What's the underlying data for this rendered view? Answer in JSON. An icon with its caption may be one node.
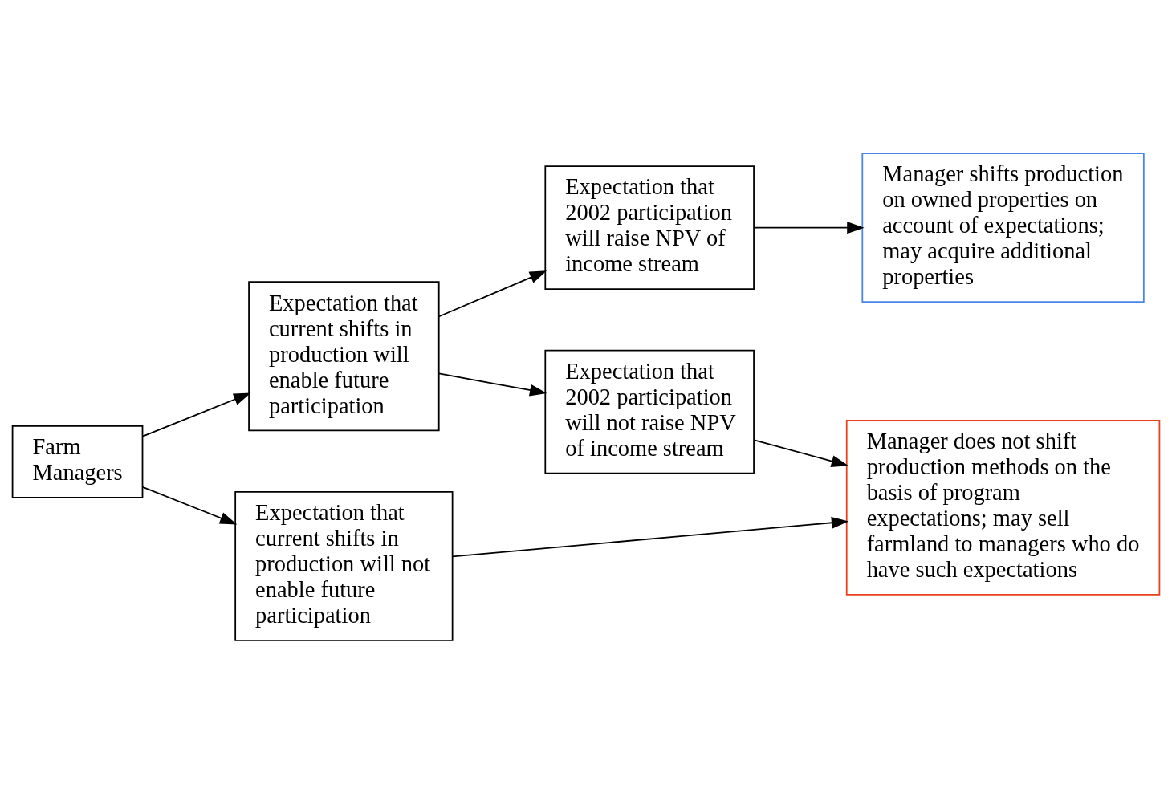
{
  "diagram": {
    "nodes": [
      {
        "text": [
          "Farm Managers"
        ]
      },
      {
        "text": [
          "Expectation that current shifts in production will enable future participation"
        ]
      },
      {
        "text": [
          "Expectation that current shifts in production will not enable future participation"
        ]
      },
      {
        "text": [
          "Expectation that 2002 participation will raise NPV of income stream"
        ]
      },
      {
        "text": [
          "Expectation that 2002 participation will not raise NPV of income stream"
        ]
      },
      {
        "text": [
          "Manager shifts production on owned properties on account of expectations; may acquire additional properties"
        ]
      },
      {
        "text": [
          "Manager does not shift production methods on the basis of program expectations; may sell farmland to managers who do have such expectations"
        ]
      }
    ],
    "edges": [
      {
        "from": 0,
        "to": 1,
        "arrow": "to"
      },
      {
        "from": 0,
        "to": 2,
        "arrow": "to"
      },
      {
        "from": 1,
        "to": 3,
        "arrow": "to"
      },
      {
        "from": 1,
        "to": 4,
        "arrow": "to"
      },
      {
        "from": 3,
        "to": 5,
        "arrow": "to"
      },
      {
        "from": 4,
        "to": 6,
        "arrow": "to"
      },
      {
        "from": 2,
        "to": 6,
        "arrow": "to"
      }
    ]
  }
}
